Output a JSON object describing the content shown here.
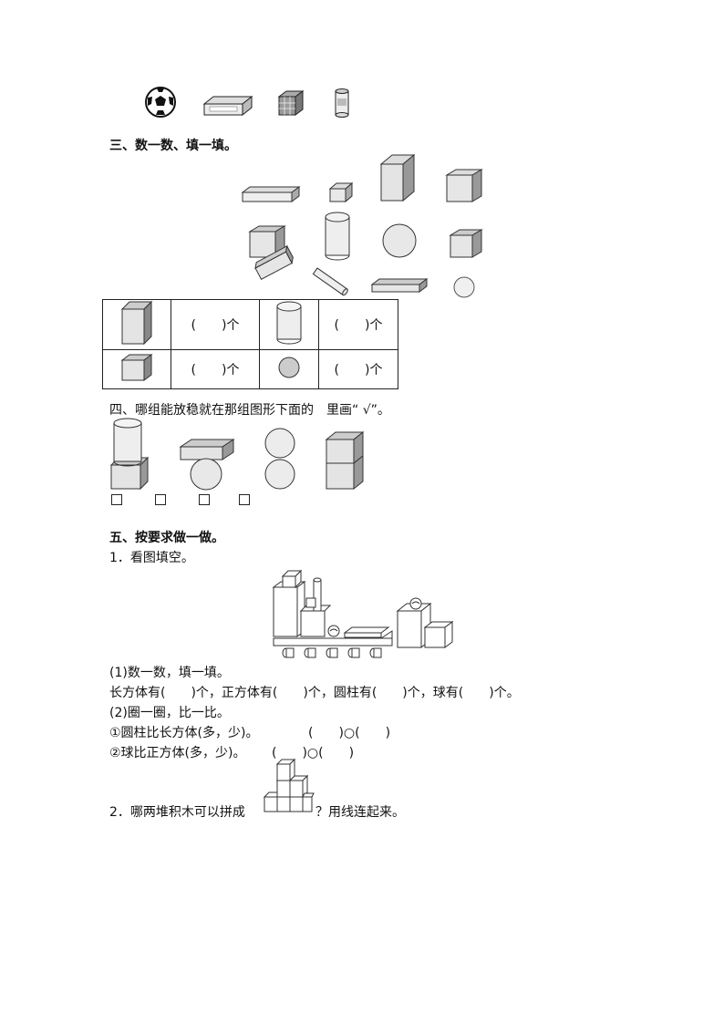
{
  "images": {
    "top_row": [
      "soccer-ball",
      "rectangular-box",
      "rubiks-cube",
      "cylinder-bottle"
    ],
    "section3_shapes": [
      "long-cuboid",
      "small-cube",
      "tall-cuboid",
      "cube",
      "cube",
      "cylinder",
      "sphere",
      "cube",
      "cuboid",
      "stick-cylinder",
      "flat-cuboid",
      "small-sphere"
    ],
    "section4_stacks": [
      "cylinder-on-cube",
      "cuboid-on-sphere",
      "sphere-on-sphere",
      "cube-on-cube"
    ]
  },
  "section3": {
    "heading": "三、数一数、填一填。",
    "table": {
      "row1": {
        "cell1": "(　　)个",
        "cell2": "(　　)个"
      },
      "row2": {
        "cell1": "(　　)个",
        "cell2": "(　　)个"
      }
    }
  },
  "section4": {
    "heading": "四、哪组能放稳就在那组图形下面的　里画“ √”。",
    "checkbox_count": 4
  },
  "section5": {
    "heading": "五、按要求做一做。",
    "q1": {
      "title": "1．看图填空。",
      "sub1_title": "(1)数一数，填一填。",
      "sub1_line": "长方体有(　　)个，正方体有(　　)个，圆柱有(　　)个，球有(　　)个。",
      "sub2_title": "(2)圈一圈，比一比。",
      "compare1_text": "①圆柱比长方体(多，少)。",
      "compare1_blank": "(　　)○(　　)",
      "compare2_text": "②球比正方体(多，少)。",
      "compare2_blank": "(　　)○(　　)"
    },
    "q2": {
      "text_before": "2．哪两堆积木可以拼成",
      "text_after": "？用线连起来。"
    }
  }
}
